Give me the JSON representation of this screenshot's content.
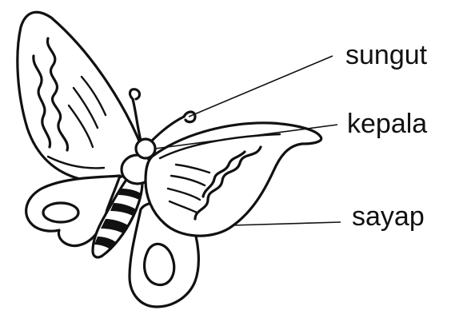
{
  "labels": {
    "antenna": "sungut",
    "head": "kepala",
    "wing": "sayap"
  },
  "colors": {
    "ink": "#111111",
    "background": "#ffffff"
  }
}
